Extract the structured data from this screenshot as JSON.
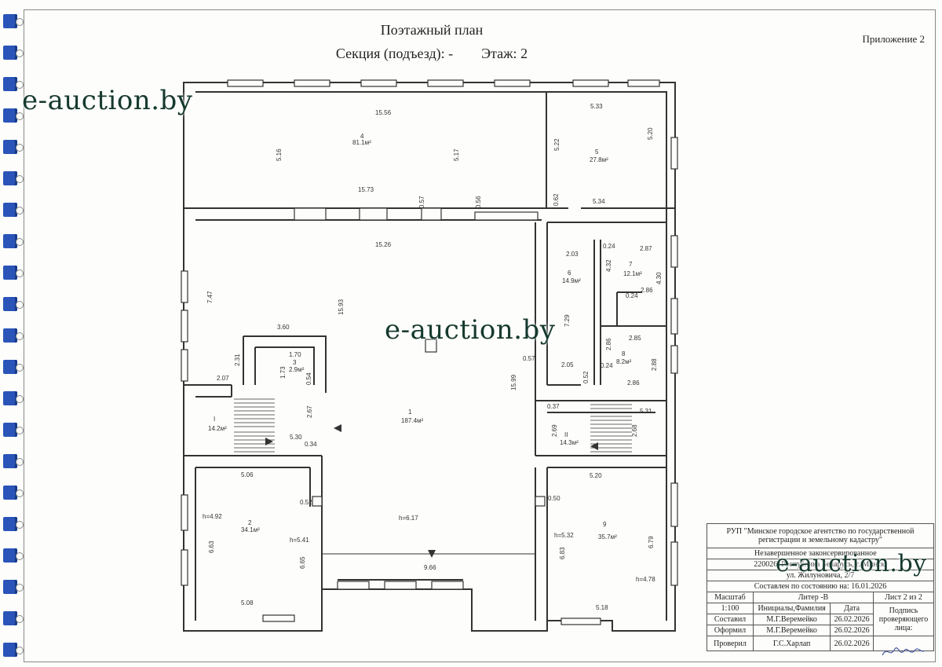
{
  "header": {
    "title": "Поэтажный план",
    "section_label": "Секция (подъезд): -",
    "floor_label": "Этаж:",
    "floor_value": "2",
    "appendix": "Приложение 2"
  },
  "watermarks": [
    "e-auction.by",
    "e-auction.by",
    "e-auction.by"
  ],
  "rooms": [
    {
      "num": "1",
      "area": "187.4м²"
    },
    {
      "num": "2",
      "area": "34.1м²"
    },
    {
      "num": "3",
      "area": "2.9м²"
    },
    {
      "num": "4",
      "area": "81.1м²"
    },
    {
      "num": "5",
      "area": "27.8м²"
    },
    {
      "num": "6",
      "area": "14.9м²"
    },
    {
      "num": "7",
      "area": "12.1м²"
    },
    {
      "num": "8",
      "area": "8.2м²"
    },
    {
      "num": "9",
      "area": "35.7м²"
    },
    {
      "num": "I",
      "area": "14.2м²"
    },
    {
      "num": "II",
      "area": "14.3м²"
    }
  ],
  "dimensions": {
    "r4_top": "15.56",
    "r4_left": "5.16",
    "r4_right": "5.17",
    "r4_bottom": "15.73",
    "d057a": "0.57",
    "d056": "0.56",
    "d062": "0.62",
    "r5_top": "5.33",
    "r5_right": "5.20",
    "r5_left": "5.22",
    "r5_bottom": "5.34",
    "r1_top": "15.26",
    "r1_mid": "15.93",
    "r1_right": "15.99",
    "r1_left": "7.47",
    "d360": "3.60",
    "d231": "2.31",
    "d207": "2.07",
    "r3_w": "1.70",
    "r3_h": "1.73",
    "d054": "0.54",
    "d267": "2.67",
    "d530": "5.30",
    "d034": "0.34",
    "r6_a": "2.03",
    "r6_b": "7.29",
    "r6_c": "2.05",
    "d057b": "0.57",
    "d024a": "0.24",
    "r7_h": "4.32",
    "r7_w": "2.87",
    "r7_r": "4.30",
    "d024b": "0.24",
    "r7_b": "2.86",
    "r8_h": "2.86",
    "r8_w": "2.85",
    "d024c": "0.24",
    "r8_r": "2.88",
    "r8_b": "2.86",
    "d052a": "0.52",
    "d037": "0.37",
    "d531": "5.31",
    "d269": "2.69",
    "d268": "2.68",
    "r2_top": "5.06",
    "d052b": "0.52",
    "r2_h1": "h=4.92",
    "r2_left": "6.63",
    "r2_h2": "h=5.41",
    "r2_right": "6.65",
    "r2_bottom": "5.08",
    "r1_h": "h=6.17",
    "r1_bottom": "9.66",
    "r9_top": "5.20",
    "d050": "0.50",
    "r9_h1": "h=5.32",
    "r9_left": "6.83",
    "r9_right": "6.79",
    "r9_h2": "h=4.78",
    "r9_bottom": "5.18"
  },
  "stamp": {
    "org": "РУП \"Минское городское агентство по государственной регистрации и земельному кадастру\"",
    "object": "Незавершенное законсервированное",
    "address1": "220026, Республика Беларусь, г. Минск,",
    "address2": "ул. Жилуновича, 2/7",
    "compiled_state": "Составлен по состоянию на: 16.01.2026",
    "scale_label": "Масштаб",
    "scale_value": "1:100",
    "liter": "Литер -В",
    "sheet": "Лист 2 из 2",
    "col_initials": "Инициалы,Фамилия",
    "col_date": "Дата",
    "col_sign": "Подпись проверяющего лица:",
    "rows": [
      {
        "role": "Составил",
        "name": "М.Г.Веремейко",
        "date": "26.02.2026"
      },
      {
        "role": "Оформил",
        "name": "М.Г.Веремейко",
        "date": "26.02.2026"
      },
      {
        "role": "Проверил",
        "name": "Г.С.Харлап",
        "date": "26.02.2026"
      }
    ]
  }
}
